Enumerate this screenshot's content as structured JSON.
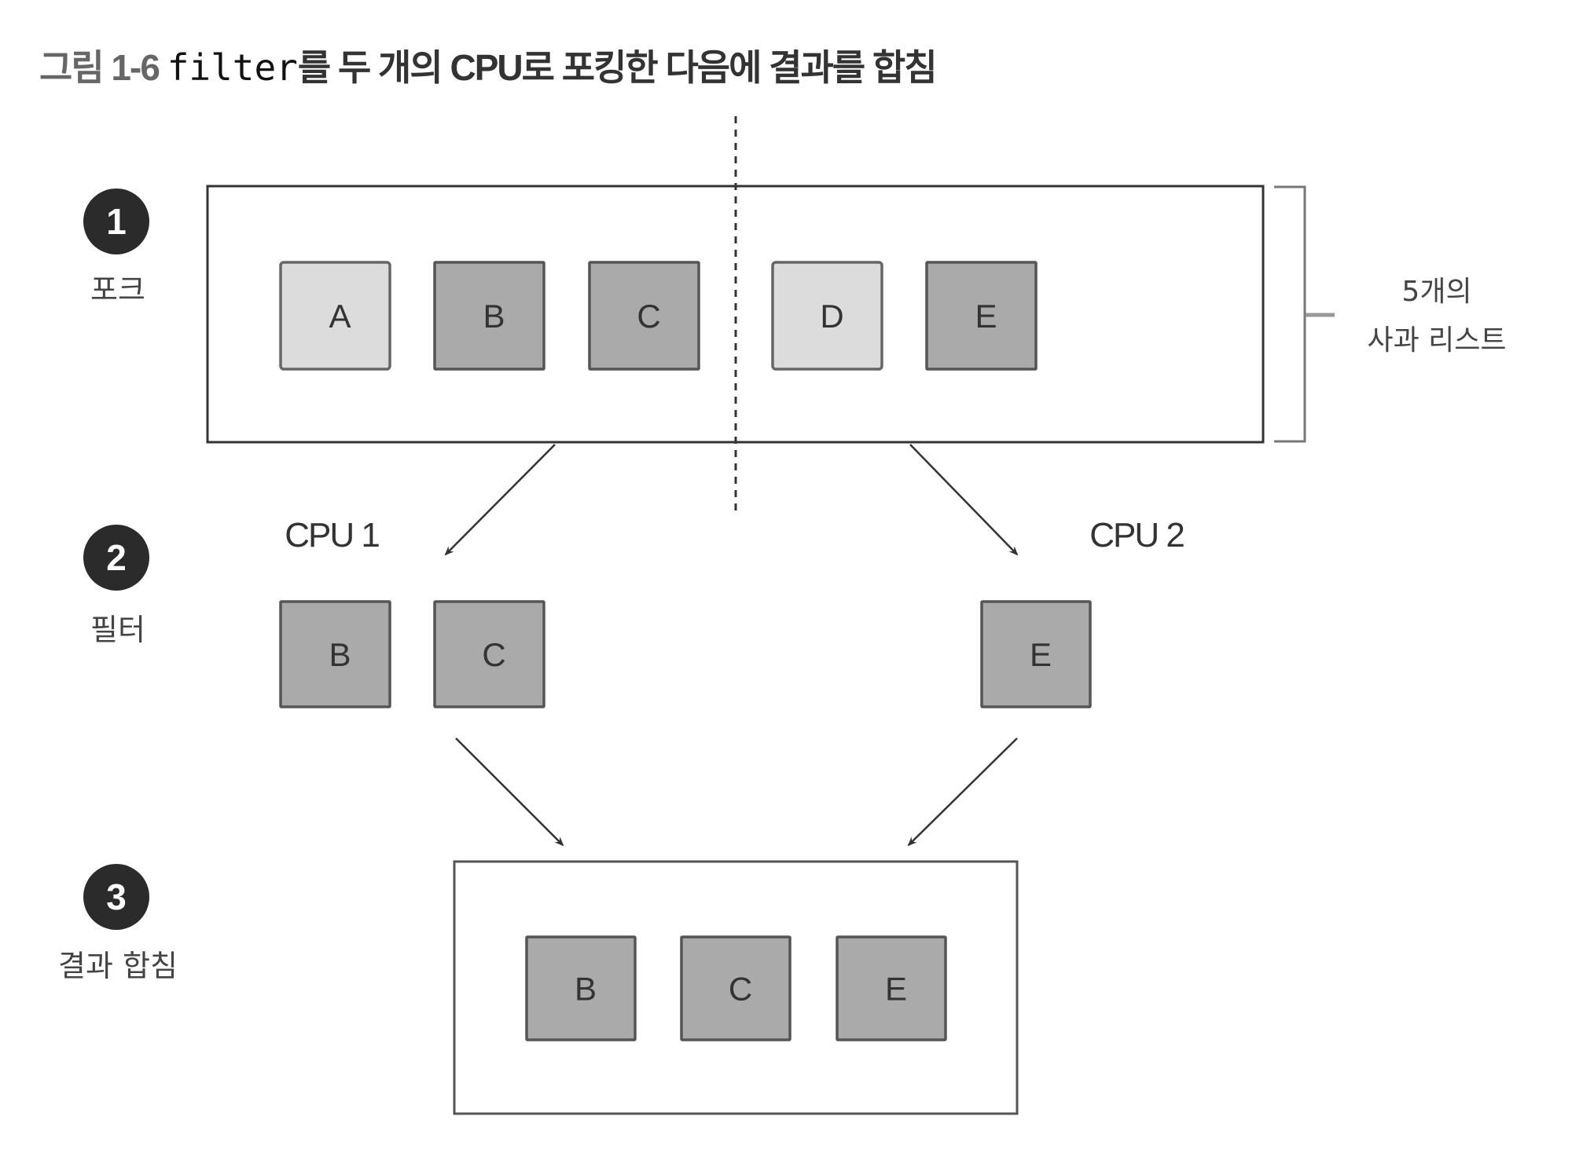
{
  "title": {
    "figure_number": "그림 1-6",
    "code_word": "filter",
    "rest": "를 두 개의 CPU로 포킹한 다음에 결과를 합침"
  },
  "steps": [
    {
      "number": "1",
      "label": "포크"
    },
    {
      "number": "2",
      "label": "필터"
    },
    {
      "number": "3",
      "label": "결과 합침"
    }
  ],
  "fork_list": [
    {
      "letter": "A",
      "shade": "light"
    },
    {
      "letter": "B",
      "shade": "dark"
    },
    {
      "letter": "C",
      "shade": "dark"
    },
    {
      "letter": "D",
      "shade": "light"
    },
    {
      "letter": "E",
      "shade": "dark"
    }
  ],
  "list_note": {
    "line1": "5개의",
    "line2": "사과 리스트"
  },
  "cpus": [
    {
      "label": "CPU 1",
      "items": [
        "B",
        "C"
      ]
    },
    {
      "label": "CPU 2",
      "items": [
        "E"
      ]
    }
  ],
  "merged": [
    "B",
    "C",
    "E"
  ],
  "colors": {
    "dark_item": "#aaaaaa",
    "light_item": "#dcdcdc",
    "step_circle": "#2b2b2b"
  }
}
